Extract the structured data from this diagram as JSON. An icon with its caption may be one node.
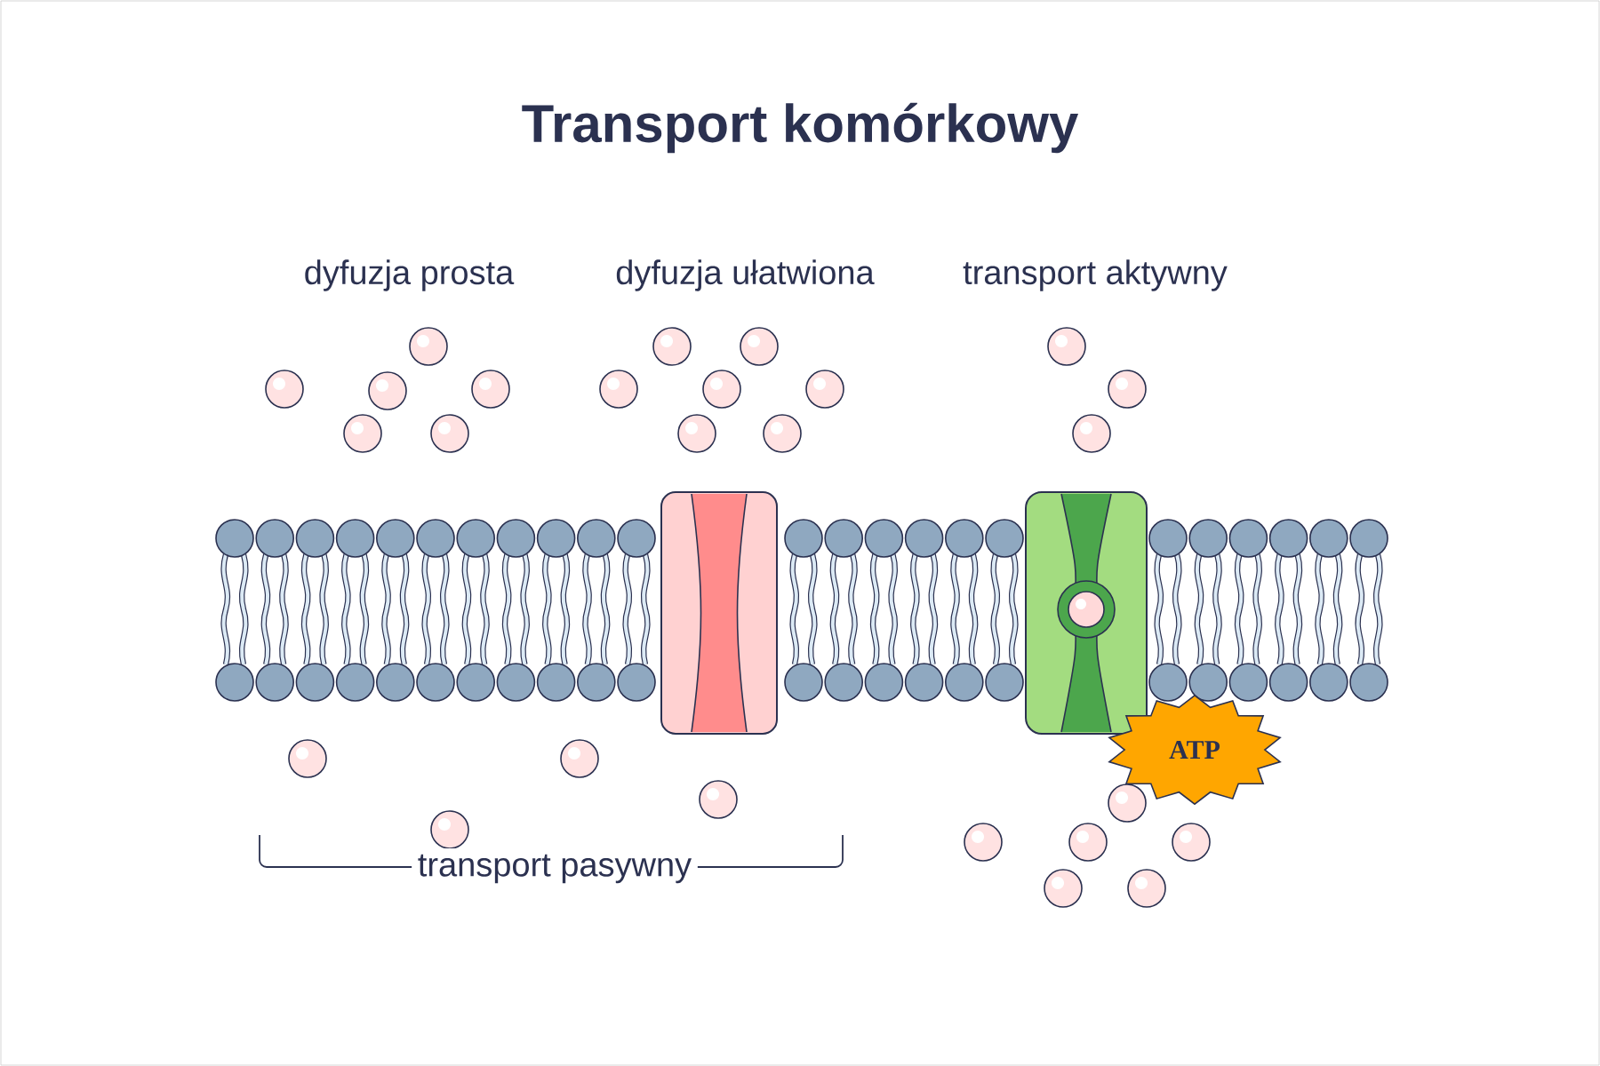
{
  "diagram": {
    "title": "Transport komórkowy",
    "nodes": [
      {
        "text": [
          "ATP"
        ]
      }
    ],
    "labels": [
      "dyfuzja prosta",
      "dyfuzja ułatwiona",
      "transport aktywny",
      "transport pasywny"
    ]
  }
}
